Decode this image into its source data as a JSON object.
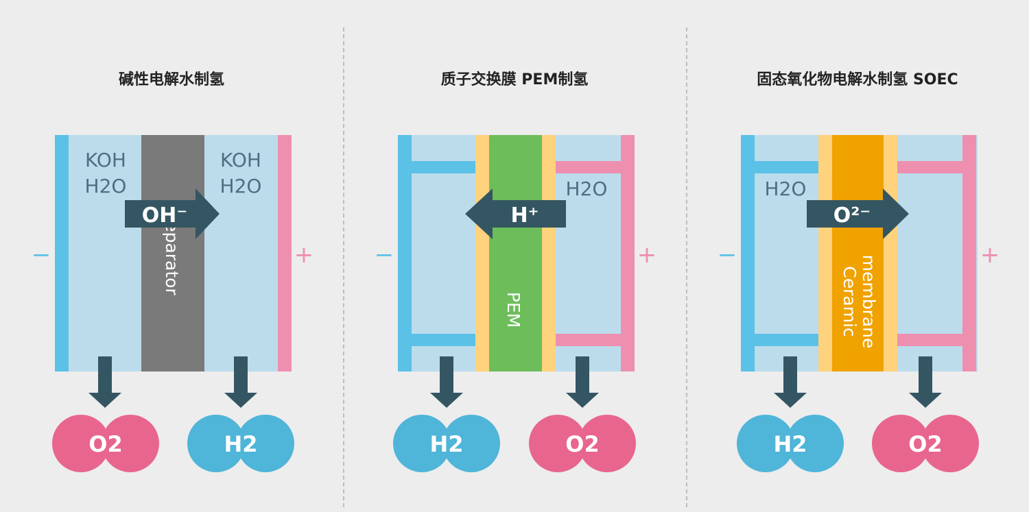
{
  "panels": [
    {
      "title": "碱性电解水制氢",
      "left_label": [
        "KOH",
        "H2O"
      ],
      "right_label": [
        "KOH",
        "H2O"
      ],
      "membrane_label": "Separator",
      "ion": "OH⁻",
      "minus": "−",
      "plus": "+",
      "left_gas": "O2",
      "right_gas": "H2"
    },
    {
      "title": "质子交换膜 PEM制氢",
      "right_label": [
        "H2O"
      ],
      "membrane_label": "PEM",
      "ion": "H⁺",
      "minus": "−",
      "plus": "+",
      "left_gas": "H2",
      "right_gas": "O2"
    },
    {
      "title": "固态氧化物电解水制氢 SOEC",
      "left_label": [
        "H2O"
      ],
      "membrane_label": [
        "Ceramic",
        "membrane"
      ],
      "ion": "O²⁻",
      "minus": "−",
      "plus": "+",
      "left_gas": "H2",
      "right_gas": "O2"
    }
  ],
  "colors": {
    "background": "#ededed",
    "electrolyte": "#bcdcec",
    "cathode": "#5bc1e6",
    "anode": "#ee8fb0",
    "separator": "#7a7a7a",
    "pem": "#6dbd5a",
    "ceramic": "#f0a200",
    "catalyst_layer": "#ffd27d",
    "arrow": "#345663",
    "oxygen": "#e8668e",
    "hydrogen": "#4fb5d9"
  }
}
